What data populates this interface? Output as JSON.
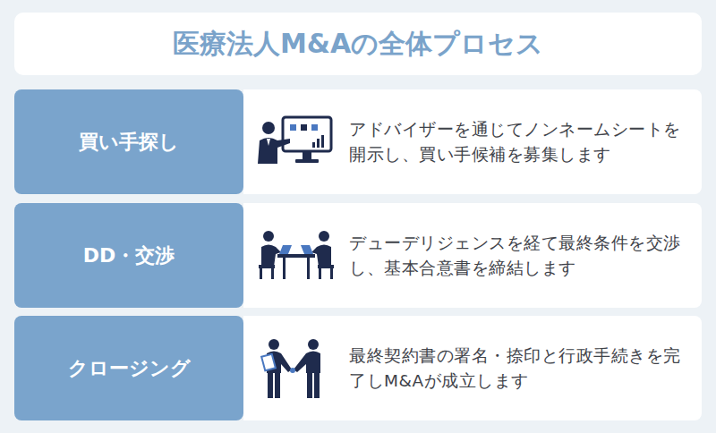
{
  "diagram": {
    "title": "医療法人M&Aの全体プロセス",
    "nodes": [
      {
        "text": [
          "買い手探し"
        ]
      },
      {
        "text": [
          "アドバイザーを通じてノンネームシートを開示し、買い手候補を募集します"
        ]
      },
      {
        "text": [
          "DD・交渉"
        ]
      },
      {
        "text": [
          "デューデリジェンスを経て最終条件を交渉し、基本合意書を締結します"
        ]
      },
      {
        "text": [
          "クロージング"
        ]
      },
      {
        "text": [
          "最終契約書の署名・捺印と行政手続きを完了しM&Aが成立します"
        ]
      }
    ]
  }
}
